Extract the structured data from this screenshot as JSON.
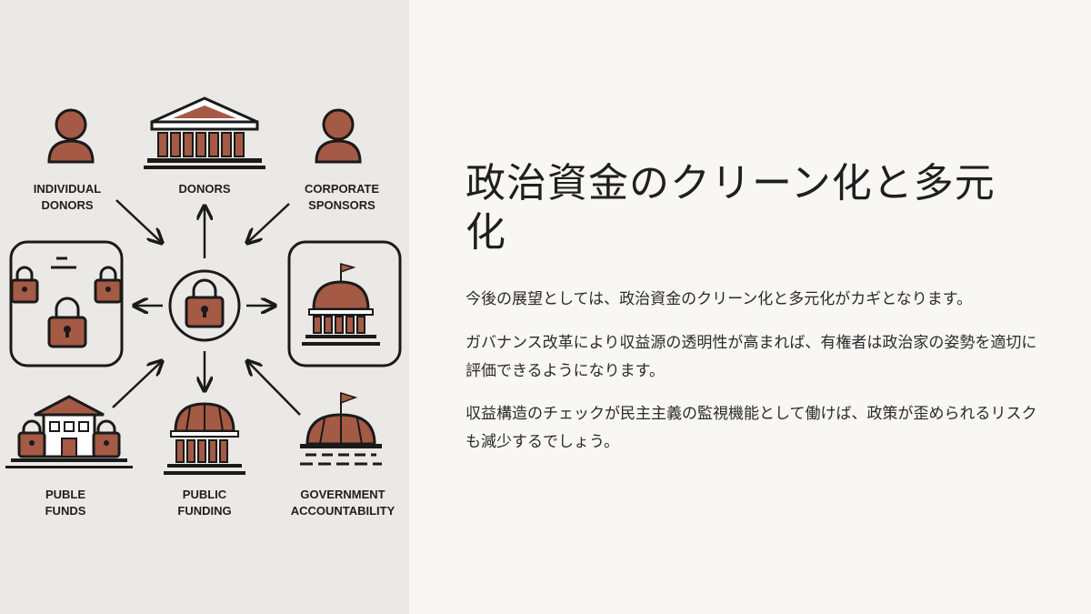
{
  "diagram": {
    "labels": {
      "individual_donors": "INDIVIDUAL\nDONORS",
      "donors": "DONORS",
      "corporate_sponsors": "CORPORATE\nSPONSORS",
      "puble_funds": "PUBLE\nFUNDS",
      "public_funding": "PUBLIC\nFUNDING",
      "government_accountability": "GOVERNMENT\nACCOUNTABILITY"
    },
    "colors": {
      "accent": "#a45a45",
      "stroke": "#1a1a1a",
      "panel": "#ebe9e6"
    }
  },
  "content": {
    "title": "政治資金のクリーン化と多元化",
    "paragraphs": [
      "今後の展望としては、政治資金のクリーン化と多元化がカギとなります。",
      "ガバナンス改革により収益源の透明性が高まれば、有権者は政治家の姿勢を適切に評価できるようになります。",
      "収益構造のチェックが民主主義の監視機能として働けば、政策が歪められるリスクも減少するでしょう。"
    ]
  }
}
